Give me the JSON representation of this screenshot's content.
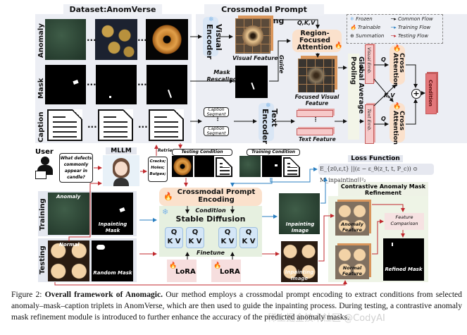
{
  "dataset": {
    "title": "Dataset:AnomVerse",
    "row_labels": [
      "Anomaly",
      "Mask",
      "Caption"
    ],
    "ellipsis": "..."
  },
  "crossmodal": {
    "title": "Crossmodal Prompt Encoding",
    "visual_encoder": "Visual Encoder",
    "text_encoder": "Text Encoder",
    "visual_feature": "Visual Feature",
    "mask_rescaling": "Mask Rescaling",
    "guide": "Guide",
    "qkv": "Q,K,V",
    "region_attention": "Region-Focused Attention",
    "focused_feature": "Focused Visual Feature",
    "caption_segment": "Caption Segment",
    "text_feature": "Text Feature",
    "gap": "Global Average Pooling",
    "visual_emb": "Visual Emb.",
    "text_emb": "Text Emb.",
    "q": "Q",
    "kv": "K,V",
    "cross_attention": "Cross Attention",
    "condition": "Condition"
  },
  "legend": {
    "frozen": "Frozen",
    "trainable": "Trainable",
    "summation": "Summation",
    "common_flow": "Common Flow",
    "training_flow": "Training Flow",
    "testing_flow": "Testing Flow",
    "colors": {
      "common": "#111111",
      "training": "#2a7fc1",
      "testing": "#c0282d"
    }
  },
  "pipeline": {
    "user": "User",
    "question": "What defects commonly appear in candle?",
    "mllm": "MLLM",
    "defects": "Cracks; Holes; Bulges;",
    "retrieve": "Retrieve",
    "testing_condition": "Testing Condition",
    "training_condition": "Training Condition",
    "training_label": "Training",
    "testing_label": "Testing",
    "anomaly": "Anomaly",
    "normal": "Normal",
    "inpainting_mask": "Inpainting Mask",
    "random_mask": "Random Mask",
    "crossmodal_prompt": "Crossmodal Prompt Encoding",
    "condition": "Condition",
    "stable_diffusion": "Stable Diffusion",
    "q": "Q",
    "kv": "K V",
    "finetune": "Finetune",
    "lora": "LoRA",
    "inpainting_image": "Inpainting Image",
    "loss_title": "Loss Function",
    "loss_formula": "E_{z0,ε,t} ||(ε − ε_θ(z_t, t, P_c)) ⊙ M_inpainting||²₂",
    "refine_title": "Contrastive Anomaly Mask Refinement",
    "anomaly_feature": "Anomaly Feature",
    "normal_feature": "Normal Feature",
    "feature_comparison": "Feature Comparison",
    "refined_mask": "Refined Mask"
  },
  "caption": {
    "label": "Figure 2:",
    "bold": "Overall framework of Anomagic.",
    "text": "Our method employs a crossmodal prompt encoding to extract conditions from selected anomaly–mask–caption triplets in AnomVerse, which are then used to guide the inpainting process. During testing, a contrastive anomaly mask refinement module is introduced to further enhance the accuracy of the predicted anomaly masks."
  },
  "watermark": "稀土掘金技术社区 @CodyAI"
}
